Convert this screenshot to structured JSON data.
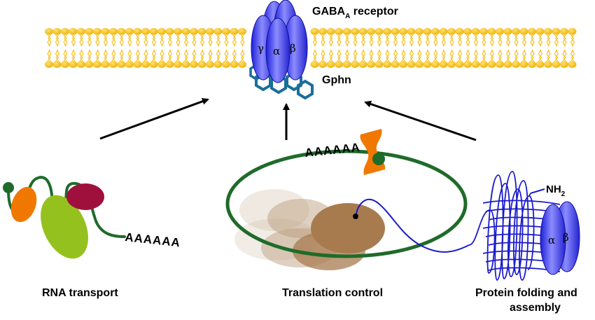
{
  "receptor": {
    "name_main": "GABA",
    "name_sub": "A",
    "name_suffix": " receptor",
    "gamma": "γ",
    "alpha": "α",
    "beta": "β"
  },
  "gphn_label": "Gphn",
  "mrna": {
    "polya_left": "AAAAAA",
    "polya_center": "AAAAAA"
  },
  "protein": {
    "nh2_main": "NH",
    "nh2_sub": "2",
    "alpha": "α",
    "beta": "β"
  },
  "captions": {
    "rna_transport": "RNA transport",
    "translation_control": "Translation control",
    "protein_folding_line1": "Protein folding and",
    "protein_folding_line2": "assembly"
  },
  "colors": {
    "membrane": "#f5b800",
    "receptor_blue": "#3a3af0",
    "gephyrin": "#1a6f9a",
    "mrna_green": "#1f6b2a",
    "orange": "#f07800",
    "lime": "#95c11f",
    "maroon": "#a0103c",
    "ribosome_brown": "#a87b4f",
    "arrow": "#000000",
    "peptide_blue": "#1a1acc"
  }
}
